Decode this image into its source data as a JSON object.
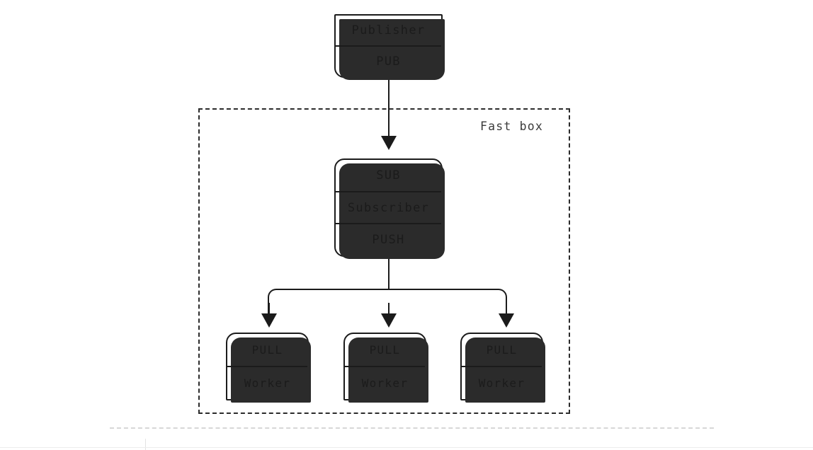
{
  "diagram": {
    "title": "ZeroMQ publisher / subscriber / worker pipeline",
    "background_color": "#ffffff",
    "line_color": "#1b1b1b",
    "container": {
      "label": "Fast box",
      "style": "dashed",
      "border_color": "#2b2b2b"
    },
    "nodes": [
      {
        "id": "publisher",
        "name": "publisher-node",
        "rows": [
          "Publisher",
          "PUB"
        ]
      },
      {
        "id": "subscriber",
        "name": "subscriber-node",
        "rows": [
          "SUB",
          "Subscriber",
          "PUSH"
        ]
      },
      {
        "id": "worker-1",
        "name": "worker-node-1",
        "rows": [
          "PULL",
          "Worker"
        ]
      },
      {
        "id": "worker-2",
        "name": "worker-node-2",
        "rows": [
          "PULL",
          "Worker"
        ]
      },
      {
        "id": "worker-3",
        "name": "worker-node-3",
        "rows": [
          "PULL",
          "Worker"
        ]
      }
    ],
    "connections": [
      {
        "from": "publisher.PUB",
        "to": "subscriber.SUB",
        "type": "arrow"
      },
      {
        "from": "subscriber.PUSH",
        "to": "worker-1.PULL",
        "type": "arrow"
      },
      {
        "from": "subscriber.PUSH",
        "to": "worker-2.PULL",
        "type": "arrow"
      },
      {
        "from": "subscriber.PUSH",
        "to": "worker-3.PULL",
        "type": "arrow"
      }
    ]
  }
}
